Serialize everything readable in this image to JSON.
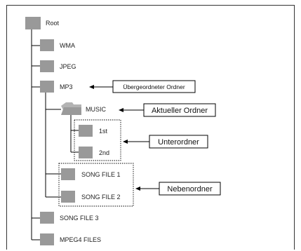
{
  "tree": {
    "root": "Root",
    "wma": "WMA",
    "jpeg": "JPEG",
    "mp3": "MP3",
    "music": "MUSIC",
    "sub1": "1st",
    "sub2": "2nd",
    "song1": "SONG FILE 1",
    "song2": "SONG FILE 2",
    "song3": "SONG FILE 3",
    "mpeg4": "MPEG4 FILES"
  },
  "callouts": {
    "parent": "Übergeordneter Ordner",
    "current": "Aktueller Ordner",
    "sub": "Unterordner",
    "sibling": "Nebenordner"
  },
  "colors": {
    "folder": "#999999",
    "folder_current": "#b3b3b3",
    "line": "#000000"
  }
}
